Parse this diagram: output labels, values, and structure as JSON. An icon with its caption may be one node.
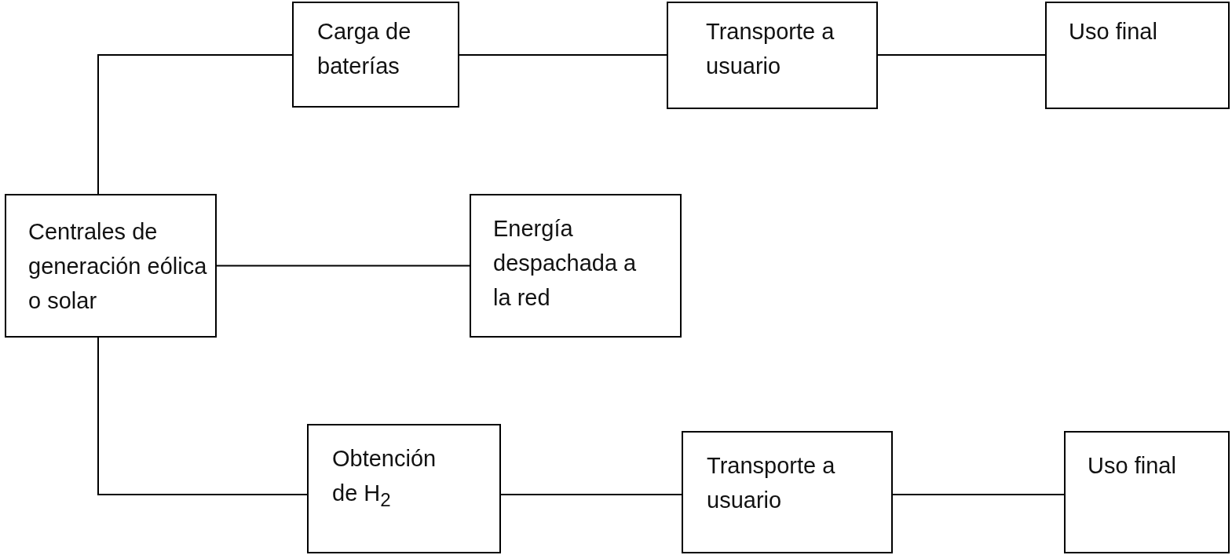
{
  "diagram": {
    "nodes": [
      {
        "text": [
          "Centrales de generación eólica o solar"
        ]
      },
      {
        "text": [
          "Carga de baterías"
        ]
      },
      {
        "text": [
          "Transporte a usuario"
        ]
      },
      {
        "text": [
          "Uso final"
        ]
      },
      {
        "text": [
          "Energía despachada a la red"
        ]
      },
      {
        "text": [
          "Obtención de H$_{2}$"
        ]
      },
      {
        "text": [
          "Transporte a usuario"
        ]
      },
      {
        "text": [
          "Uso final"
        ]
      }
    ],
    "edges": [
      {
        "from": 0,
        "to": 1,
        "arrow": "none"
      },
      {
        "from": 1,
        "to": 2,
        "arrow": "none"
      },
      {
        "from": 2,
        "to": 3,
        "arrow": "none"
      },
      {
        "from": 0,
        "to": 4,
        "arrow": "none"
      },
      {
        "from": 0,
        "to": 5,
        "arrow": "none"
      },
      {
        "from": 5,
        "to": 6,
        "arrow": "none"
      },
      {
        "from": 6,
        "to": 7,
        "arrow": "none"
      }
    ]
  }
}
